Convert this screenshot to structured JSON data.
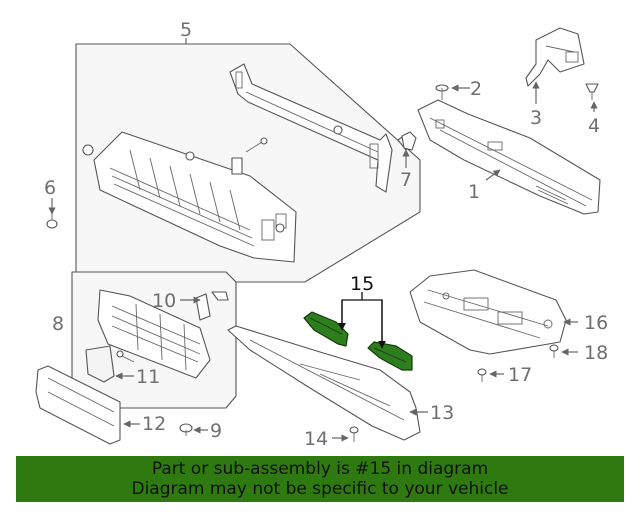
{
  "diagram": {
    "callouts": {
      "c1": "1",
      "c2": "2",
      "c3": "3",
      "c4": "4",
      "c5": "5",
      "c6": "6",
      "c7": "7",
      "c8": "8",
      "c9": "9",
      "c10": "10",
      "c11": "11",
      "c12": "12",
      "c13": "13",
      "c14": "14",
      "c15": "15",
      "c16": "16",
      "c17": "17",
      "c18": "18"
    },
    "highlighted_part": "15",
    "highlight_color": "#2e7d1e",
    "banner_color": "#2f7a10"
  },
  "banner": {
    "line1": "Part or sub-assembly is #15 in diagram",
    "line2": "Diagram may not be specific to your vehicle"
  }
}
